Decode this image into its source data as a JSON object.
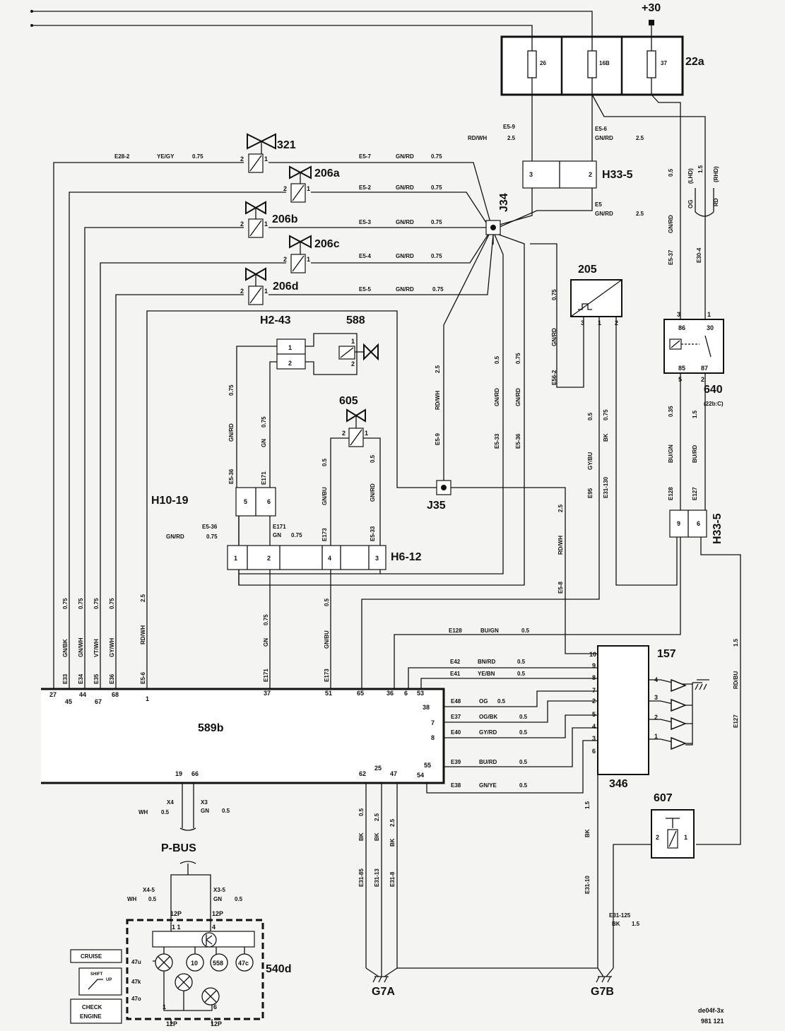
{
  "supply": {
    "label": "+30"
  },
  "fusebox": {
    "label": "22a",
    "fuses": [
      "26",
      "16B",
      "37"
    ]
  },
  "components": {
    "c321": "321",
    "c206a": "206a",
    "c206b": "206b",
    "c206c": "206c",
    "c206d": "206d",
    "j34": "J34",
    "j35": "J35",
    "h33_top": "H33-5",
    "h33_mid": "H33-5",
    "c205": "205",
    "c640": "640",
    "c640_sub": "(22b:C)",
    "h2_43": "H2-43",
    "c588": "588",
    "c605": "605",
    "h10_19": "H10-19",
    "h6_12": "H6-12",
    "c589b": "589b",
    "c157": "157",
    "c346": "346",
    "c607": "607",
    "pbus": "P-BUS",
    "c540d": "540d",
    "g7a": "G7A",
    "g7b": "G7B"
  },
  "wire_labels": {
    "e28_2": "E28-2",
    "yegy": "YE/GY",
    "v075a": "0.75",
    "e5_7": "E5-7",
    "gnrd_1": "GN/RD",
    "v075_1": "0.75",
    "e5_2": "E5-2",
    "gnrd_2": "GN/RD",
    "v075_2": "0.75",
    "e5_3": "E5-3",
    "gnrd_3": "GN/RD",
    "v075_3": "0.75",
    "e5_4": "E5-4",
    "gnrd_4": "GN/RD",
    "v075_4": "0.75",
    "e5_5": "E5-5",
    "gnrd_5": "GN/RD",
    "v075_5": "0.75",
    "e5_9": "E5-9",
    "rdwh": "RD/WH",
    "v25a": "2.5",
    "e5_6": "E5-6",
    "gnrd_6": "GN/RD",
    "v25b": "2.5",
    "e5": "E5",
    "gnrd_7": "GN/RD",
    "v25c": "2.5",
    "lhd": "(LHD)",
    "rhd": "(RHD)",
    "og": "OG",
    "rd": "RD",
    "v15": "1.5",
    "v05": "0.5",
    "e5_37": "E5-37",
    "gnrd_8": "GN/RD",
    "e30_4": "E30-4",
    "e56_2": "E56-2",
    "gnrd_9": "GN/RD",
    "v075_9": "0.75",
    "e95": "E95",
    "gybu": "GY/BU",
    "v05b": "0.5",
    "e31_130": "E31-130",
    "bk1": "BK",
    "v075c": "0.75",
    "e5_9b": "E5-9",
    "rdwh2": "RD/WH",
    "v25d": "2.5",
    "e5_33": "E5-33",
    "gnrd_10": "GN/RD",
    "v05c": "0.5",
    "e5_36": "E5-36",
    "gnrd_11": "GN/RD",
    "v075d": "0.75",
    "e128": "E128",
    "bugn": "BU/GN",
    "v035": "0.35",
    "e127": "E127",
    "burd": "BU/RD",
    "v15b": "1.5",
    "e5_36b": "E5-36",
    "gnrd_12": "GN/RD",
    "v075e": "0.75",
    "e171": "E171",
    "gn1": "GN",
    "v075f": "0.75",
    "e5_36c": "E5-36",
    "gnrd_13": "GN/RD",
    "v075g": "0.75",
    "e171b": "E171",
    "gn2": "GN",
    "v075h": "0.75",
    "e173": "E173",
    "gnbu": "GN/BU",
    "v05d": "0.5",
    "e5_33b": "E5-33",
    "gnrd_14": "GN/RD",
    "v05e": "0.5",
    "e5_8": "E5-8",
    "rdwh3": "RD/WH",
    "v25e": "2.5",
    "e33": "E33",
    "gnbk": "GN/BK",
    "v075i": "0.75",
    "e34": "E34",
    "gnwh": "GN/WH",
    "v075j": "0.75",
    "e35": "E35",
    "vtwh": "VT/WH",
    "v075k": "0.75",
    "e36": "E36",
    "gywh": "GY/WH",
    "v075l": "0.75",
    "e5_6b": "E5-6",
    "rdwh4": "RD/WH",
    "v25f": "2.5",
    "e171c": "E171",
    "gn3": "GN",
    "v075m": "0.75",
    "e173b": "E173",
    "gnbu2": "GN/BU",
    "v05f": "0.5",
    "e128b": "E128",
    "bugn2": "BU/GN",
    "v05g": "0.5",
    "e42": "E42",
    "bnrd": "BN/RD",
    "v05h": "0.5",
    "e41": "E41",
    "yebn": "YE/BN",
    "v05i": "0.5",
    "e48": "E48",
    "og2": "OG",
    "v05j": "0.5",
    "e37": "E37",
    "ogbk": "OG/BK",
    "v05k": "0.5",
    "e40": "E40",
    "gyrd": "GY/RD",
    "v05l": "0.5",
    "e39": "E39",
    "burd2": "BU/RD",
    "v05m": "0.5",
    "e38": "E38",
    "gnye": "GN/YE",
    "v05n": "0.5",
    "e127b": "E127",
    "rdbu": "RD/BU",
    "v15c": "1.5",
    "x4": "X4",
    "wh1": "WH",
    "v05o": "0.5",
    "x3": "X3",
    "gn4": "GN",
    "v05p": "0.5",
    "x4_5": "X4-5",
    "wh2": "WH",
    "v05q": "0.5",
    "x3_5": "X3-5",
    "gn5": "GN",
    "v05r": "0.5",
    "e31_85": "E31-85",
    "bk2": "BK",
    "v05s": "0.5",
    "e31_13": "E31-13",
    "bk3": "BK",
    "v25g": "2.5",
    "e31_8": "E31-8",
    "bk4": "BK",
    "v25h": "2.5",
    "e31_10": "E31-10",
    "bk5": "BK",
    "v15d": "1.5",
    "e31_125": "E31-125",
    "bk6": "BK",
    "v15e": "1.5"
  },
  "pins_589b": [
    "27",
    "45",
    "44",
    "67",
    "68",
    "1",
    "37",
    "51",
    "65",
    "36",
    "6",
    "53",
    "38",
    "7",
    "8",
    "55",
    "54",
    "62",
    "25",
    "47",
    "19",
    "66"
  ],
  "pins_346": [
    "10",
    "9",
    "8",
    "7",
    "2",
    "5",
    "4",
    "3",
    "6"
  ],
  "pins_157": [
    "4",
    "3",
    "2",
    "1"
  ],
  "panel_540d": {
    "cruise": "CRUISE",
    "shift": "SHIFT",
    "up": "UP",
    "check": "CHECK",
    "engine": "ENGINE",
    "l47u": "47u",
    "l47k": "47k",
    "l47o": "47o",
    "b10": "10",
    "b558": "558",
    "b47c": "47c",
    "p12p_1": "12P",
    "p12p_2": "12P",
    "p12p_3": "12P",
    "p12p_4": "12P",
    "n1a": "1",
    "n4a": "4",
    "n1b": "1",
    "n6": "6",
    "n11": "1 1"
  },
  "footer": {
    "code": "de04f-3x",
    "page": "981   121"
  }
}
